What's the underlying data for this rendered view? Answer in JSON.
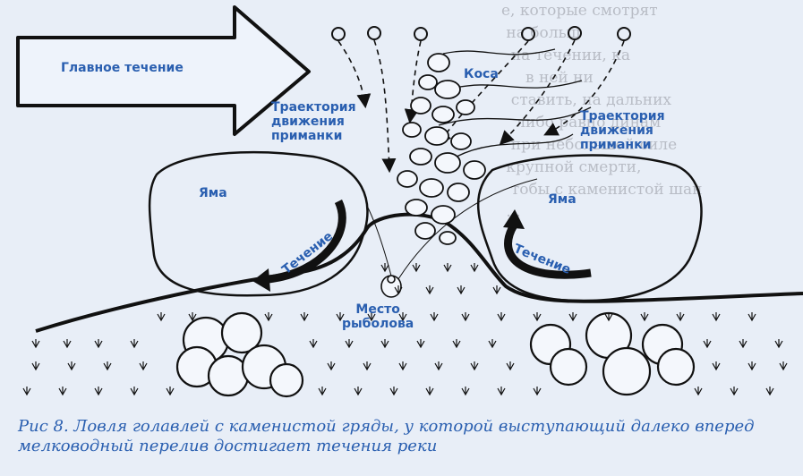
{
  "diagram": {
    "main_current": "Главное течение",
    "trajectory_top": "Траектория\nдвижения\nприманки",
    "trajectory_right": "Траектория\nдвижения\nприманки",
    "spit": "Коса",
    "pit_left": "Яма",
    "pit_right": "Яма",
    "current_left": "Течение",
    "current_right": "Течение",
    "angler_place": "Место\nрыболова"
  },
  "caption": "Рис 8. Ловля голавлей с каменистой гряды, у которой выступающий далеко вперед мелководный перелив достигает течения реки",
  "colors": {
    "ink": "#111111",
    "label": "#2a5fb0",
    "paper": "#e8eef7"
  }
}
